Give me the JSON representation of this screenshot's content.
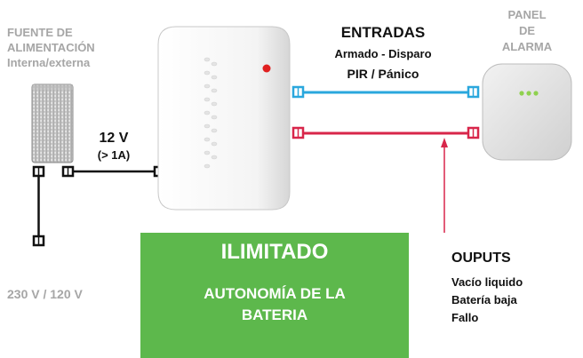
{
  "power_source": {
    "title_line1": "FUENTE DE",
    "title_line2": "ALIMENTACIÓN",
    "title_line3": "Interna/externa",
    "mains_label": "230 V / 120 V"
  },
  "dc_output": {
    "voltage": "12 V",
    "current": "(> 1A)"
  },
  "inputs": {
    "title": "ENTRADAS",
    "line1": "Armado - Disparo",
    "line2": "PIR / Pánico"
  },
  "alarm_panel": {
    "line1": "PANEL",
    "line2": "DE",
    "line3": "ALARMA"
  },
  "outputs": {
    "title": "OUPUTS",
    "items": [
      "Vacío liquido",
      "Batería baja",
      "Fallo"
    ]
  },
  "banner": {
    "headline": "ILIMITADO",
    "sub_line1": "AUTONOMÍA DE LA",
    "sub_line2": "BATERIA"
  },
  "colors": {
    "banner_green": "#5db84c",
    "input_line_blue": "#2aa7dd",
    "output_line_red": "#d8264a",
    "label_grey": "#a6a6a6",
    "wire_black": "#111111",
    "panel_led_green": "#8fd14f",
    "device_red_led": "#e02020"
  }
}
